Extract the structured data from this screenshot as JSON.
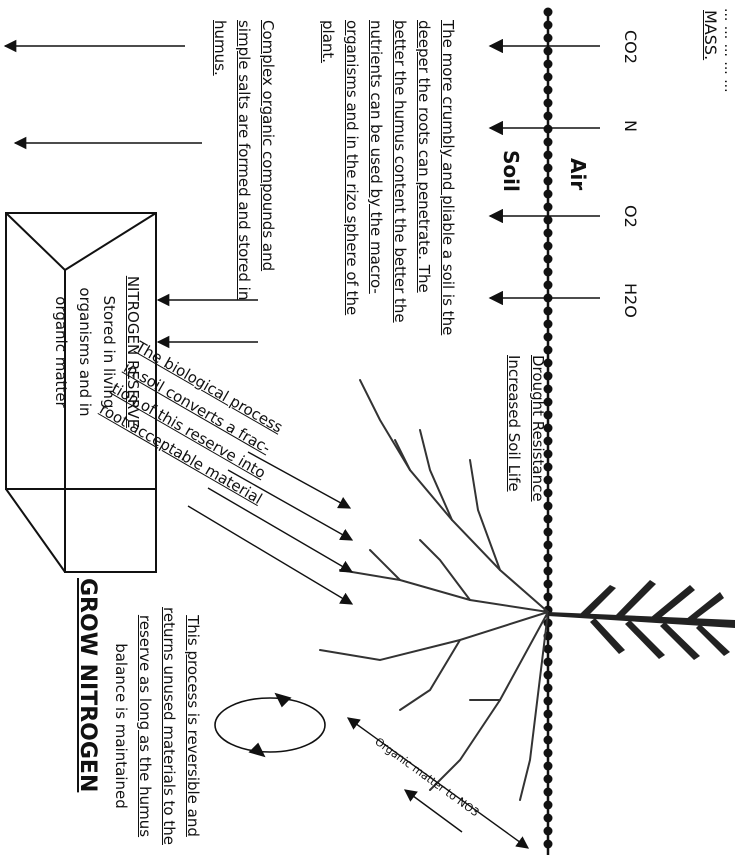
{
  "top_cut_line": "... ... ... ... ...",
  "mass_label": "MASS.",
  "gases": [
    "CO2",
    "N",
    "O2",
    "H2O"
  ],
  "air_label": "Air",
  "soil_label": "Soil",
  "crumbly_text": [
    "The more crumbly and pliable a soil is the",
    "deeper the roots can penetrate. The",
    "better the humus content the better the",
    "nutrients can be used by the macro-",
    "organisms and in the rizo sphere of the",
    "plant."
  ],
  "complex_text": [
    "Complex organic compounds and",
    "simple salts are formed and stored in",
    "humus."
  ],
  "drought_text": [
    "Drought Resistance",
    "Increased Soil Life"
  ],
  "nitrogen_box": {
    "title": "NITROGEN RESERVE",
    "lines": [
      "Stored in living",
      "organisms and in",
      "organic matter"
    ]
  },
  "bio_text": [
    "The biological process",
    "in soil converts a frac-",
    "tion of this reserve into",
    "root acceptable material"
  ],
  "reversible_text": [
    "This process is reversible and",
    "returns unused materials to the",
    "reserve as long as the humus",
    "balance is maintained"
  ],
  "grow_label": "GROW NITROGEN",
  "organic_label": "Organic matter to NO3"
}
